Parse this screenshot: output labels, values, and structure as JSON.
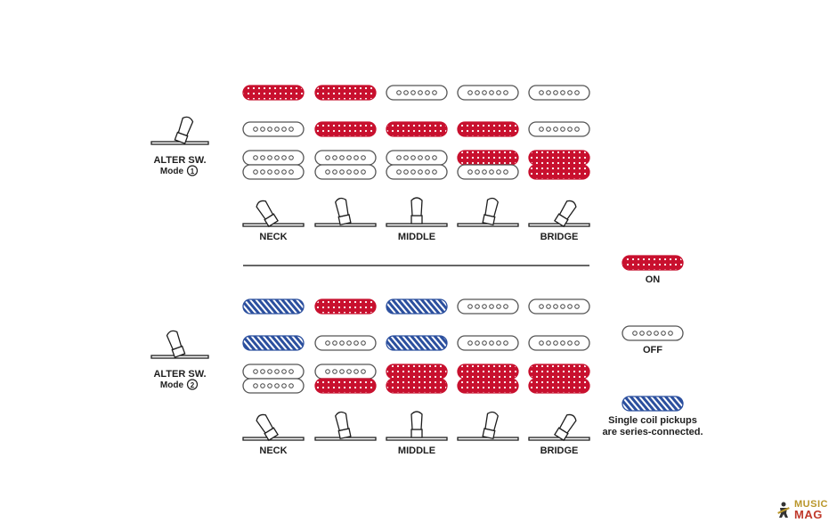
{
  "colors": {
    "on": "#c8102e",
    "series": "#2b4f9e",
    "off_outline": "#555555",
    "ink": "#1e1e1e"
  },
  "positions": [
    {
      "label": "NECK"
    },
    {
      "label": ""
    },
    {
      "label": "MIDDLE"
    },
    {
      "label": ""
    },
    {
      "label": "BRIDGE"
    }
  ],
  "toggle_angles": [
    -32,
    -12,
    0,
    12,
    32
  ],
  "modes": [
    {
      "title": "ALTER SW.",
      "mode_label": "Mode",
      "mode_number": "1",
      "alter_angle": 20,
      "rows": [
        {
          "type": "single",
          "states": [
            "on",
            "on",
            "off",
            "off",
            "off"
          ]
        },
        {
          "type": "single",
          "states": [
            "off",
            "on",
            "on",
            "on",
            "off"
          ]
        },
        {
          "type": "hum",
          "states": [
            [
              "off",
              "off"
            ],
            [
              "off",
              "off"
            ],
            [
              "off",
              "off"
            ],
            [
              "on",
              "off"
            ],
            [
              "on",
              "on"
            ]
          ]
        }
      ]
    },
    {
      "title": "ALTER SW.",
      "mode_label": "Mode",
      "mode_number": "2",
      "alter_angle": -20,
      "rows": [
        {
          "type": "single",
          "states": [
            "series",
            "on",
            "series",
            "off",
            "off"
          ]
        },
        {
          "type": "single",
          "states": [
            "series",
            "off",
            "series",
            "off",
            "off"
          ]
        },
        {
          "type": "hum",
          "states": [
            [
              "off",
              "off"
            ],
            [
              "off",
              "on"
            ],
            [
              "on",
              "on"
            ],
            [
              "on",
              "on"
            ],
            [
              "on",
              "on"
            ]
          ]
        }
      ]
    }
  ],
  "legend": [
    {
      "state": "on",
      "lines": [
        "ON"
      ]
    },
    {
      "state": "off",
      "lines": [
        "OFF"
      ]
    },
    {
      "state": "series",
      "lines": [
        "Single coil pickups",
        "are series-connected."
      ]
    }
  ],
  "watermark": {
    "top": "MUSIC",
    "bottom": "MAG"
  }
}
